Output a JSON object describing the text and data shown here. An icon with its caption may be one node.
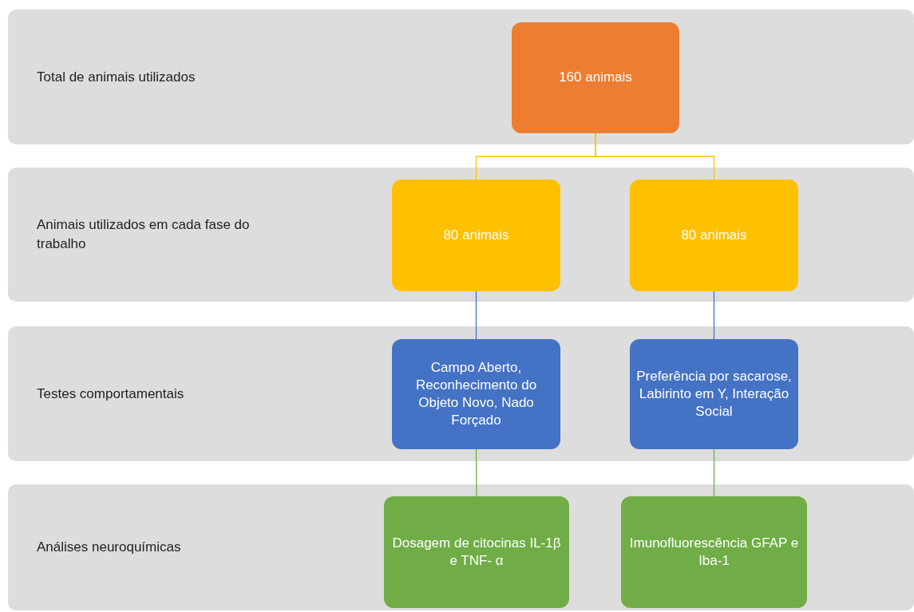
{
  "diagram": {
    "nodes": [
      {
        "text": [
          "Total de animais utilizados"
        ]
      },
      {
        "text": [
          "160 animais"
        ],
        "in": 0
      },
      {
        "text": [
          "Animais utilizados em cada fase do trabalho"
        ]
      },
      {
        "text": [
          "80 animais"
        ],
        "in": 2
      },
      {
        "text": [
          "80 animais"
        ],
        "in": 2
      },
      {
        "text": [
          "Testes comportamentais"
        ]
      },
      {
        "text": [
          "Campo Aberto, Reconhecimento do Objeto Novo, Nado Forçado"
        ],
        "in": 5
      },
      {
        "text": [
          "Preferência por sacarose, Labirinto em Y, Interação Social"
        ],
        "in": 5
      },
      {
        "text": [
          "Análises neuroquímicas"
        ]
      },
      {
        "text": [
          "Dosagem de citocinas IL-1β e TNF- α"
        ],
        "in": 8
      },
      {
        "text": [
          "Imunofluorescência GFAP e Iba-1"
        ],
        "in": 8
      }
    ],
    "edges": [
      {
        "from": 1,
        "to": 3,
        "arrow": "none",
        "color": "#ffc000"
      },
      {
        "from": 1,
        "to": 4,
        "arrow": "none",
        "color": "#ffc000"
      },
      {
        "from": 3,
        "to": 6,
        "arrow": "none",
        "color": "#4472c4"
      },
      {
        "from": 4,
        "to": 7,
        "arrow": "none",
        "color": "#4472c4"
      },
      {
        "from": 6,
        "to": 9,
        "arrow": "none",
        "color": "#70ad47"
      },
      {
        "from": 7,
        "to": 10,
        "arrow": "none",
        "color": "#70ad47"
      }
    ]
  }
}
